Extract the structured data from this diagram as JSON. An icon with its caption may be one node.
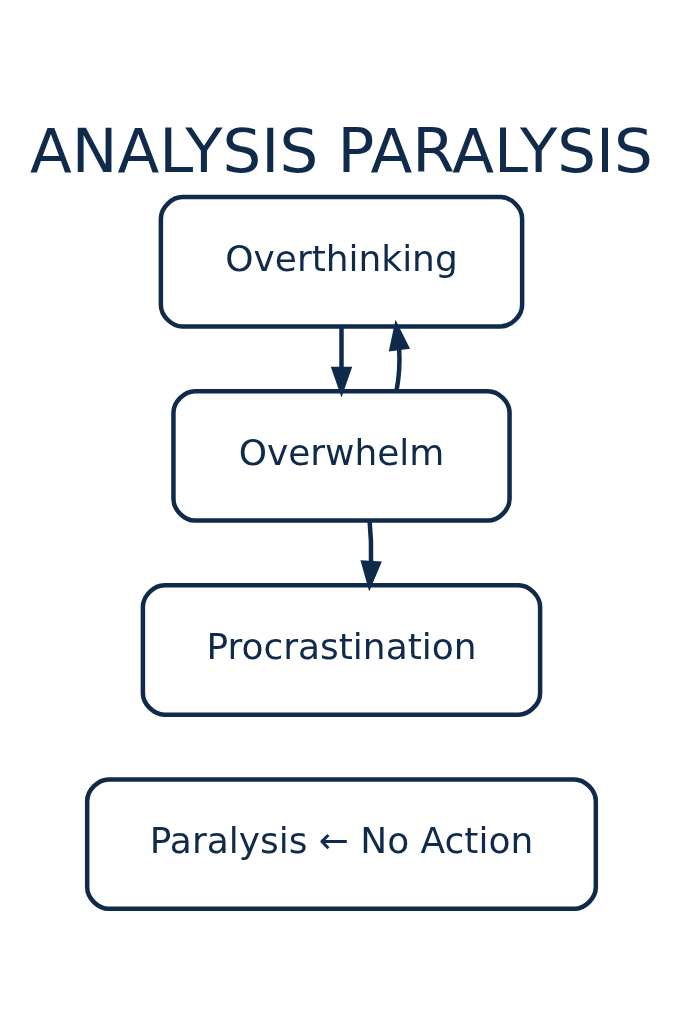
{
  "diagram": {
    "title": "ANALYSIS PARALYSIS",
    "nodes": [
      {
        "text": [
          "Overthinking"
        ]
      },
      {
        "text": [
          "Overwhelm"
        ]
      },
      {
        "text": [
          "Procrastination"
        ]
      },
      {
        "text": [
          "Paralysis ← No Action"
        ]
      }
    ],
    "edges": [
      {
        "from": 0,
        "to": 1,
        "arrow": "to"
      },
      {
        "from": 1,
        "to": 0,
        "arrow": "to"
      },
      {
        "from": 1,
        "to": 2,
        "arrow": "to"
      }
    ]
  }
}
